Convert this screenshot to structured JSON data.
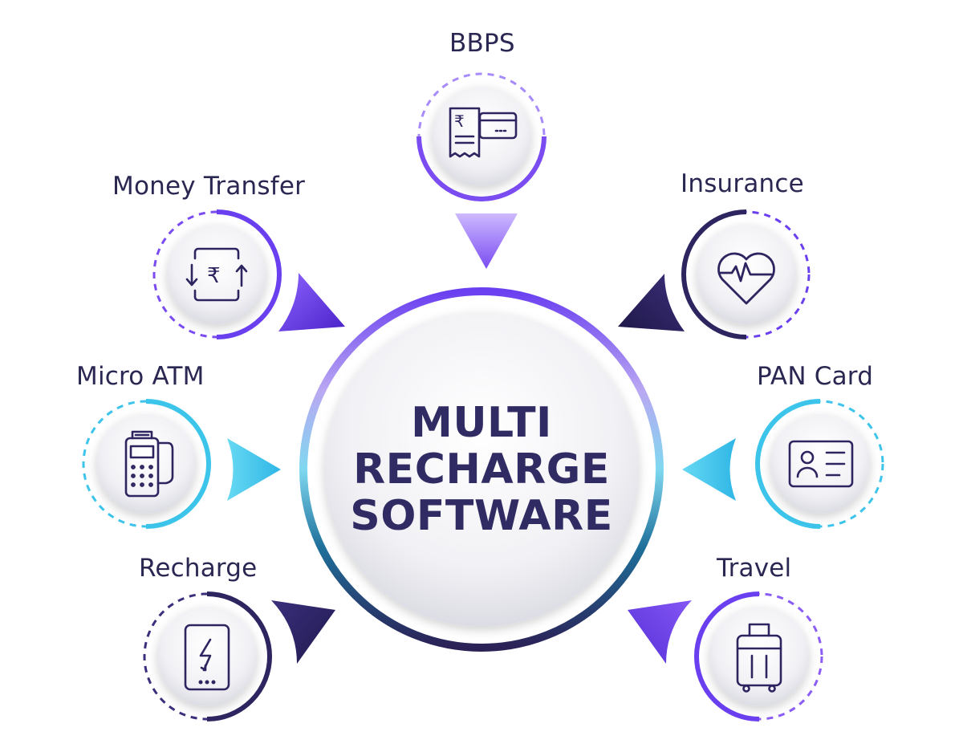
{
  "center": {
    "line1": "MULTI",
    "line2": "RECHARGE",
    "line3": "SOFTWARE"
  },
  "nodes": [
    {
      "id": "bbps",
      "label": "BBPS",
      "icon": "bill-card-icon",
      "accent": "#8b5cf6"
    },
    {
      "id": "insurance",
      "label": "Insurance",
      "icon": "heart-pulse-icon",
      "accent": "#2d2560"
    },
    {
      "id": "pan-card",
      "label": "PAN Card",
      "icon": "id-card-icon",
      "accent": "#3cc4ea"
    },
    {
      "id": "travel",
      "label": "Travel",
      "icon": "suitcase-icon",
      "accent": "#6a3ff0"
    },
    {
      "id": "recharge",
      "label": "Recharge",
      "icon": "phone-lightning-icon",
      "accent": "#2d2560"
    },
    {
      "id": "micro-atm",
      "label": "Micro ATM",
      "icon": "pos-terminal-icon",
      "accent": "#3cc4ea"
    },
    {
      "id": "money-transfer",
      "label": "Money Transfer",
      "icon": "rupee-transfer-icon",
      "accent": "#6a3ff0"
    }
  ],
  "colors": {
    "text": "#2a2752",
    "purple": "#6a3ff0",
    "violet": "#8b5cf6",
    "navy": "#2d2560",
    "cyan": "#3cc4ea"
  }
}
